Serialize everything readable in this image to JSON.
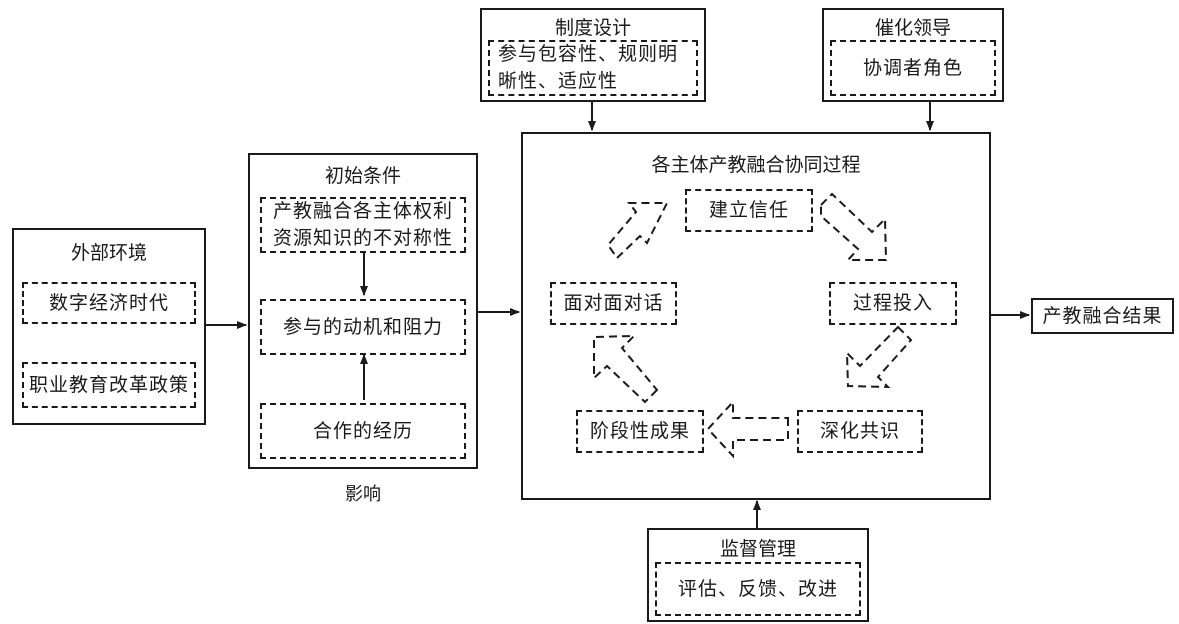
{
  "external": {
    "title": "外部环境",
    "items": [
      "数字经济时代",
      "职业教育改革政策"
    ]
  },
  "initial": {
    "title": "初始条件",
    "items": [
      "产教融合各主体权利资源知识的不对称性",
      "参与的动机和阻力",
      "合作的经历"
    ],
    "caption": "影响"
  },
  "institution": {
    "title": "制度设计",
    "content": "参与包容性、规则明晰性、适应性"
  },
  "leadership": {
    "title": "催化领导",
    "content": "协调者角色"
  },
  "process": {
    "title": "各主体产教融合协同过程",
    "cycle": [
      "建立信任",
      "过程投入",
      "深化共识",
      "阶段性成果",
      "面对面对话"
    ]
  },
  "supervision": {
    "title": "监督管理",
    "content": "评估、反馈、改进"
  },
  "outcome": {
    "label": "产教融合结果"
  }
}
